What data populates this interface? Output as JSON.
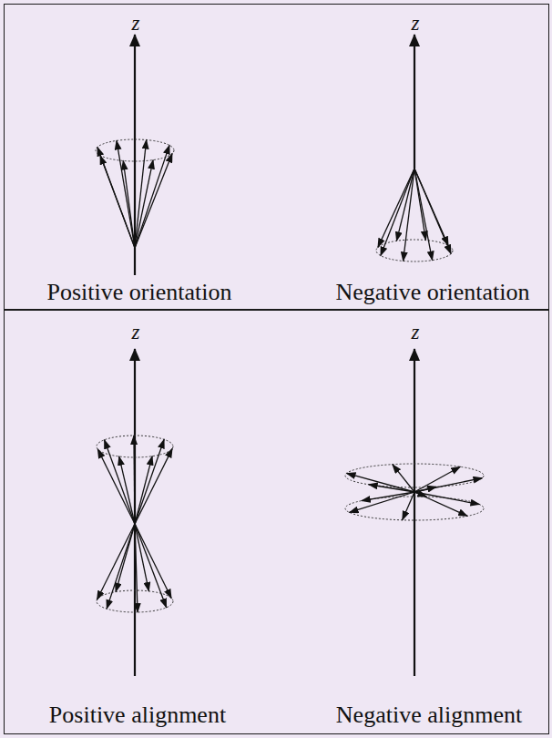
{
  "diagram": {
    "nodes": [
      {
        "text": [
          "z",
          "z",
          "Positive orientation",
          "Negative orientation"
        ]
      },
      {
        "text": [
          "z",
          "z",
          "Positive alignment",
          "Negative alignment"
        ]
      }
    ]
  }
}
